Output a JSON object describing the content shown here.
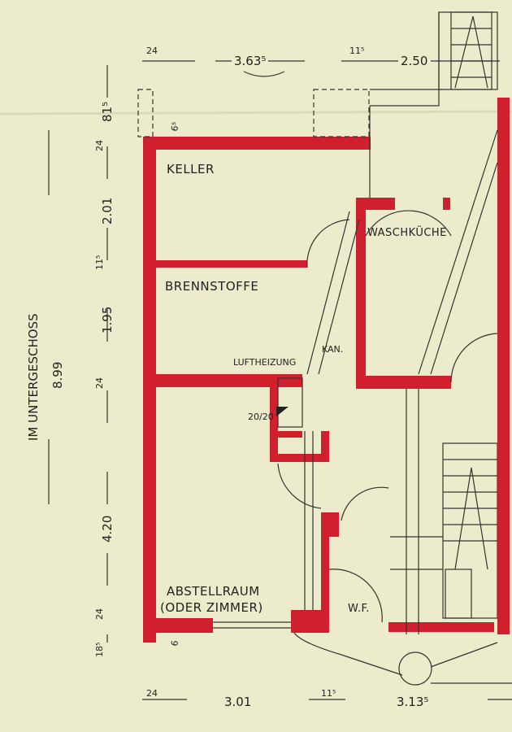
{
  "title": "Floor plan - Untergeschoss",
  "colors": {
    "paper": "#ecebcb",
    "walls": "#d01f2d",
    "ink": "#222222"
  },
  "rooms": {
    "keller": "KELLER",
    "brennstoffe": "BRENNSTOFFE",
    "waschkueche": "WASCHKÜCHE",
    "abstellraum_line1": "ABSTELLRAUM",
    "abstellraum_line2": "(ODER ZIMMER)",
    "wf": "W.F."
  },
  "annotations": {
    "luftheizung": "LUFTHEIZUNG",
    "kan": "KAN.",
    "flue_size": "20/20",
    "floor_label": "IM UNTERGESCHOSS",
    "floor_total": "8.99"
  },
  "dimensions": {
    "top": [
      "24",
      "3.63⁵",
      "11⁵",
      "2.50"
    ],
    "left": [
      "81⁵",
      "24",
      "2.01",
      "11⁵",
      "1.95",
      "24",
      "4.20",
      "24",
      "18⁵"
    ],
    "bottom": [
      "24",
      "3.01",
      "11⁵",
      "3.13⁵"
    ],
    "misc": [
      "6⁵",
      "6"
    ]
  }
}
